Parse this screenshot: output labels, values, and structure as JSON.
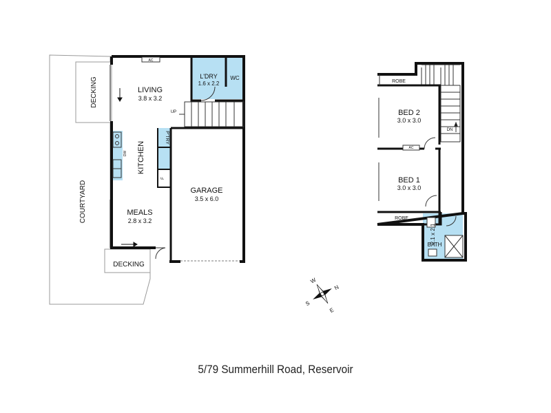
{
  "address": "5/79 Summerhill Road, Reservoir",
  "colors": {
    "wall": "#111111",
    "wet_area": "#b7e0f3",
    "outdoor_line": "#999999",
    "background": "#ffffff"
  },
  "ground_floor": {
    "rooms": [
      {
        "name": "LIVING",
        "size": "3.8 x 3.2"
      },
      {
        "name": "L'DRY",
        "size": "1.6 x 2.2"
      },
      {
        "name": "WC",
        "size": ""
      },
      {
        "name": "KITCHEN",
        "size": ""
      },
      {
        "name": "P'TRY",
        "size": ""
      },
      {
        "name": "GARAGE",
        "size": "3.5 x 6.0"
      },
      {
        "name": "MEALS",
        "size": "2.8 x 3.2"
      }
    ],
    "outdoor": [
      {
        "name": "DECKING"
      },
      {
        "name": "DECKING"
      },
      {
        "name": "COURTYARD"
      }
    ],
    "markers": {
      "ac": "AC",
      "stairs_up": "UP",
      "dishwasher": "DW",
      "fridge": "F"
    }
  },
  "upper_floor": {
    "rooms": [
      {
        "name": "BED 2",
        "size": "3.0 x 3.0"
      },
      {
        "name": "BED 1",
        "size": "3.0 x 3.0"
      },
      {
        "name": "BATH",
        "size": "2.1 x 2.1"
      },
      {
        "name": "ROBE",
        "size": ""
      },
      {
        "name": "ROBE",
        "size": ""
      }
    ],
    "markers": {
      "ac": "AC",
      "stairs_down": "DN"
    }
  },
  "compass": {
    "n": "N",
    "e": "E",
    "s": "S",
    "w": "W"
  }
}
